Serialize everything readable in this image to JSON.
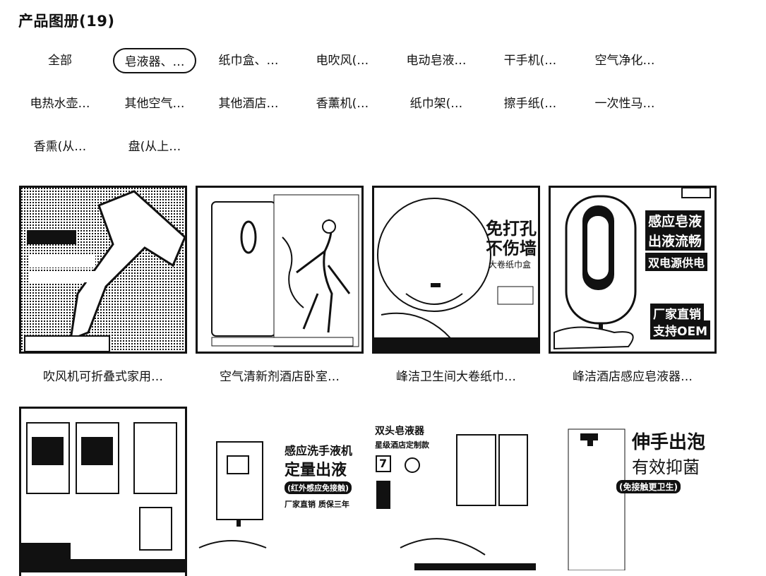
{
  "page": {
    "title": "产品图册(19)"
  },
  "categories": [
    {
      "label": "全部",
      "selected": false
    },
    {
      "label": "皂液器、…",
      "selected": true
    },
    {
      "label": "纸巾盒、…",
      "selected": false
    },
    {
      "label": "电吹风(…",
      "selected": false
    },
    {
      "label": "电动皂液…",
      "selected": false
    },
    {
      "label": "干手机(…",
      "selected": false
    },
    {
      "label": "空气净化…",
      "selected": false
    },
    {
      "label": "电热水壶…",
      "selected": false
    },
    {
      "label": "其他空气…",
      "selected": false
    },
    {
      "label": "其他酒店…",
      "selected": false
    },
    {
      "label": "香薰机(…",
      "selected": false
    },
    {
      "label": "纸巾架(…",
      "selected": false
    },
    {
      "label": "擦手纸(…",
      "selected": false
    },
    {
      "label": "一次性马…",
      "selected": false
    },
    {
      "label": "香熏(从…",
      "selected": false
    },
    {
      "label": "盘(从上…",
      "selected": false
    }
  ],
  "products": [
    {
      "title": "吹风机可折叠式家用…"
    },
    {
      "title": "空气清新剂酒店卧室…"
    },
    {
      "title": "峰洁卫生间大卷纸巾…"
    },
    {
      "title": "峰洁酒店感应皂液器…"
    },
    {
      "title": ""
    },
    {
      "title": ""
    },
    {
      "title": ""
    },
    {
      "title": ""
    }
  ],
  "thumb_text": {
    "p3_line1": "免打孔",
    "p3_line2": "不伤墙",
    "p3_sub": "大卷纸巾盒",
    "p4_line1": "感应皂液",
    "p4_line2": "出液流畅",
    "p4_line3": "双电源供电",
    "p4_badge1": "厂家直销",
    "p4_badge2": "支持OEM",
    "p6_line1": "感应洗手液机",
    "p6_line2": "定量出液",
    "p6_pill": "(红外感应免接触)",
    "p6_foot": "厂家直销 质保三年",
    "p7_line1": "双头皂液器",
    "p7_line2": "星级酒店定制款",
    "p7_num": "7",
    "p8_line1": "伸手出泡",
    "p8_line2": "有效抑菌",
    "p8_pill": "(免接触更卫生)"
  }
}
